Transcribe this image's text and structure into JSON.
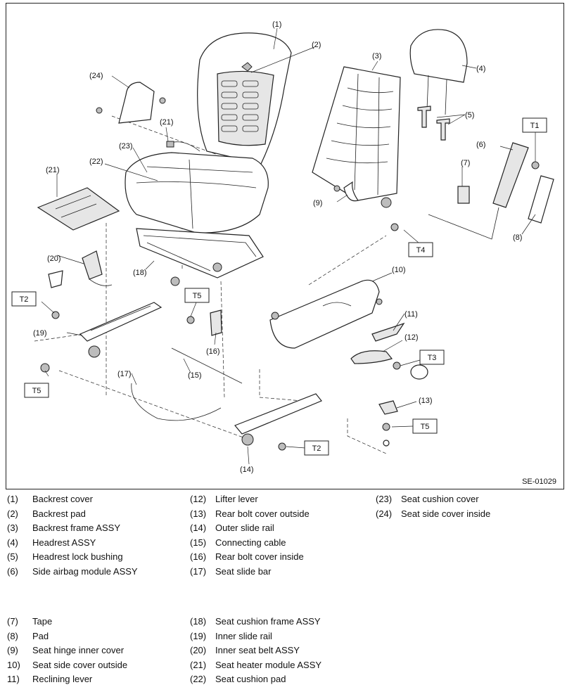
{
  "diagram_code": "SE-01029",
  "callouts": {
    "c1": "(1)",
    "c2": "(2)",
    "c3": "(3)",
    "c4": "(4)",
    "c5": "(5)",
    "c6": "(6)",
    "c7": "(7)",
    "c8": "(8)",
    "c9": "(9)",
    "c10": "(10)",
    "c11": "(11)",
    "c12": "(12)",
    "c13": "(13)",
    "c14": "(14)",
    "c15": "(15)",
    "c16": "(16)",
    "c17": "(17)",
    "c18": "(18)",
    "c19": "(19)",
    "c20": "(20)",
    "c21a": "(21)",
    "c21b": "(21)",
    "c22": "(22)",
    "c23": "(23)",
    "c24": "(24)"
  },
  "torque_boxes": {
    "t1": "T1",
    "t2a": "T2",
    "t2b": "T2",
    "t3": "T3",
    "t4": "T4",
    "t5a": "T5",
    "t5b": "T5",
    "t5c": "T5"
  },
  "legend": {
    "col1a": [
      {
        "num": "(1)",
        "label": "Backrest cover"
      },
      {
        "num": "(2)",
        "label": "Backrest pad"
      },
      {
        "num": "(3)",
        "label": "Backrest frame ASSY"
      },
      {
        "num": "(4)",
        "label": "Headrest ASSY"
      },
      {
        "num": "(5)",
        "label": "Headrest lock bushing"
      },
      {
        "num": "(6)",
        "label": "Side airbag module ASSY"
      }
    ],
    "col1b": [
      {
        "num": "(7)",
        "label": "Tape"
      },
      {
        "num": "(8)",
        "label": "Pad"
      },
      {
        "num": "(9)",
        "label": "Seat hinge inner cover"
      },
      {
        "num": "10)",
        "label": "Seat side cover outside"
      },
      {
        "num": "11)",
        "label": "Reclining lever"
      }
    ],
    "col2a": [
      {
        "num": "(12)",
        "label": "Lifter lever"
      },
      {
        "num": "(13)",
        "label": "Rear bolt cover outside"
      },
      {
        "num": "(14)",
        "label": "Outer slide rail"
      },
      {
        "num": "(15)",
        "label": "Connecting cable"
      },
      {
        "num": "(16)",
        "label": "Rear bolt cover inside"
      },
      {
        "num": "(17)",
        "label": "Seat slide bar"
      }
    ],
    "col2b": [
      {
        "num": "(18)",
        "label": "Seat cushion frame ASSY"
      },
      {
        "num": "(19)",
        "label": "Inner slide rail"
      },
      {
        "num": "(20)",
        "label": "Inner seat belt ASSY"
      },
      {
        "num": "(21)",
        "label": "Seat heater module ASSY"
      },
      {
        "num": "(22)",
        "label": "Seat cushion pad"
      }
    ],
    "col3": [
      {
        "num": "(23)",
        "label": "Seat cushion cover"
      },
      {
        "num": "(24)",
        "label": "Seat side cover inside"
      }
    ]
  }
}
